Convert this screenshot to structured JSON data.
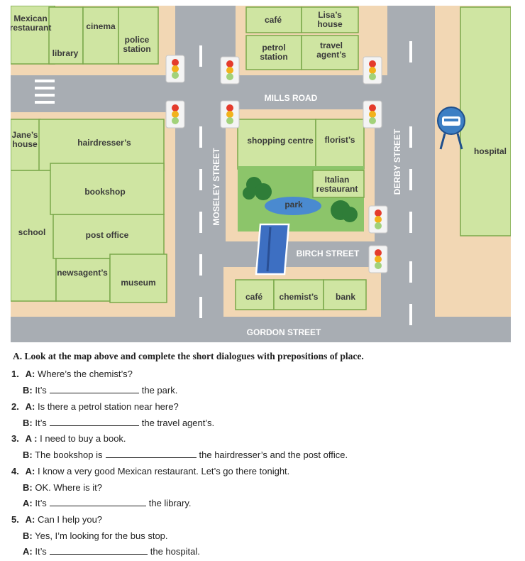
{
  "map": {
    "buildings": {
      "mexican_restaurant": [
        "Mexican",
        "restaurant"
      ],
      "cinema": "cinema",
      "library": "library",
      "police_station": [
        "police",
        "station"
      ],
      "cafe_top": "café",
      "lisas_house": [
        "Lisa’s",
        "house"
      ],
      "petrol_station": [
        "petrol",
        "station"
      ],
      "travel_agents": [
        "travel",
        "agent’s"
      ],
      "janes_house": [
        "Jane’s",
        "house"
      ],
      "hairdressers": "hairdresser’s",
      "bookshop": "bookshop",
      "school": "school",
      "post_office": "post office",
      "newsagents": "newsagent’s",
      "museum": "museum",
      "shopping_centre": "shopping centre",
      "florists": "florist’s",
      "italian_restaurant": [
        "Italian",
        "restaurant"
      ],
      "park": "park",
      "hospital": "hospital",
      "cafe_bottom": "café",
      "chemists": "chemist’s",
      "bank": "bank"
    },
    "streets": {
      "mills_road": "MILLS ROAD",
      "moseley_street": "MOSELEY STREET",
      "derby_street": "DERBY STREET",
      "birch_street": "BIRCH STREET",
      "gordon_street": "GORDON STREET"
    },
    "colors": {
      "road": "#a8adb3",
      "pavement": "#f2d7b4",
      "building": "#cfe5a2",
      "building_border": "#7aa84a",
      "park": "#8cc56a",
      "pond": "#4a8ad0",
      "bus_stop": "#3d7fc4"
    },
    "icons": [
      "traffic-light-icon",
      "bus-stop-icon",
      "bridge-icon",
      "tree-icon",
      "pond-icon",
      "crosswalk-icon"
    ]
  },
  "exercise": {
    "instruction": "A. Look at the map above and complete the short dialogues with prepositions of place.",
    "items": [
      {
        "number": "1.",
        "lines": [
          {
            "speaker": "A:",
            "before": "Where’s the chemist’s?",
            "after": ""
          },
          {
            "speaker": "B:",
            "before": "It’s",
            "after": "the park."
          }
        ]
      },
      {
        "number": "2.",
        "lines": [
          {
            "speaker": "A:",
            "before": "Is there a petrol station near here?",
            "after": ""
          },
          {
            "speaker": "B:",
            "before": "It’s",
            "after": "the travel agent’s."
          }
        ]
      },
      {
        "number": "3.",
        "lines": [
          {
            "speaker": "A :",
            "before": "I need to buy a book.",
            "after": ""
          },
          {
            "speaker": "B:",
            "before": "The bookshop is",
            "after": "the hairdresser’s and the post office."
          }
        ]
      },
      {
        "number": "4.",
        "lines": [
          {
            "speaker": "A:",
            "before": "I know a very good Mexican restaurant. Let’s go there tonight.",
            "after": ""
          },
          {
            "speaker": "B:",
            "before": "OK. Where is it?",
            "after": ""
          },
          {
            "speaker": "A:",
            "before": "It’s",
            "after": "the library."
          }
        ]
      },
      {
        "number": "5.",
        "lines": [
          {
            "speaker": "A:",
            "before": "Can I help you?",
            "after": ""
          },
          {
            "speaker": "B:",
            "before": "Yes, I’m looking for the bus stop.",
            "after": ""
          },
          {
            "speaker": "A:",
            "before": "It’s",
            "after": "the hospital."
          }
        ]
      }
    ]
  }
}
